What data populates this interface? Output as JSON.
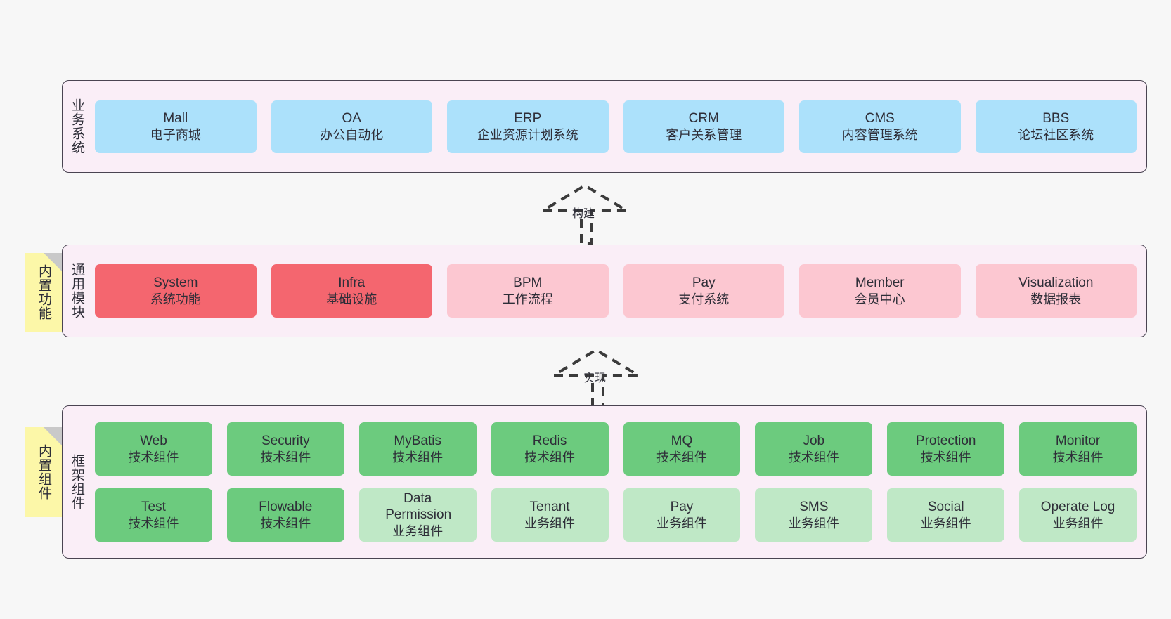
{
  "diagram": {
    "background_color": "#f7f7f7",
    "frame_color": "#4a4452",
    "layer_fill": "#faeef7",
    "note_fill": "#fcf7a8"
  },
  "layers": [
    {
      "label": "业务系统",
      "rows": [
        {
          "boxes": [
            {
              "title": "Mall",
              "subtitle": "电子商城",
              "color": "#ace1fb",
              "style": "blue"
            },
            {
              "title": "OA",
              "subtitle": "办公自动化",
              "color": "#ace1fb",
              "style": "blue"
            },
            {
              "title": "ERP",
              "subtitle": "企业资源计划系统",
              "color": "#ace1fb",
              "style": "blue"
            },
            {
              "title": "CRM",
              "subtitle": "客户关系管理",
              "color": "#ace1fb",
              "style": "blue"
            },
            {
              "title": "CMS",
              "subtitle": "内容管理系统",
              "color": "#ace1fb",
              "style": "blue"
            },
            {
              "title": "BBS",
              "subtitle": "论坛社区系统",
              "color": "#ace1fb",
              "style": "blue"
            }
          ]
        }
      ]
    },
    {
      "label": "通用模块",
      "note": "内置功能",
      "rows": [
        {
          "boxes": [
            {
              "title": "System",
              "subtitle": "系统功能",
              "color": "#f4666f",
              "style": "red"
            },
            {
              "title": "Infra",
              "subtitle": "基础设施",
              "color": "#f4666f",
              "style": "red"
            },
            {
              "title": "BPM",
              "subtitle": "工作流程",
              "color": "#fcc7d1",
              "style": "pink"
            },
            {
              "title": "Pay",
              "subtitle": "支付系统",
              "color": "#fcc7d1",
              "style": "pink"
            },
            {
              "title": "Member",
              "subtitle": "会员中心",
              "color": "#fcc7d1",
              "style": "pink"
            },
            {
              "title": "Visualization",
              "subtitle": "数据报表",
              "color": "#fcc7d1",
              "style": "pink"
            }
          ]
        }
      ]
    },
    {
      "label": "框架组件",
      "note": "内置组件",
      "rows": [
        {
          "boxes": [
            {
              "title": "Web",
              "subtitle": "技术组件",
              "color": "#6ccb7e",
              "style": "green"
            },
            {
              "title": "Security",
              "subtitle": "技术组件",
              "color": "#6ccb7e",
              "style": "green"
            },
            {
              "title": "MyBatis",
              "subtitle": "技术组件",
              "color": "#6ccb7e",
              "style": "green"
            },
            {
              "title": "Redis",
              "subtitle": "技术组件",
              "color": "#6ccb7e",
              "style": "green"
            },
            {
              "title": "MQ",
              "subtitle": "技术组件",
              "color": "#6ccb7e",
              "style": "green"
            },
            {
              "title": "Job",
              "subtitle": "技术组件",
              "color": "#6ccb7e",
              "style": "green"
            },
            {
              "title": "Protection",
              "subtitle": "技术组件",
              "color": "#6ccb7e",
              "style": "green"
            },
            {
              "title": "Monitor",
              "subtitle": "技术组件",
              "color": "#6ccb7e",
              "style": "green"
            }
          ]
        },
        {
          "boxes": [
            {
              "title": "Test",
              "subtitle": "技术组件",
              "color": "#6ccb7e",
              "style": "green"
            },
            {
              "title": "Flowable",
              "subtitle": "技术组件",
              "color": "#6ccb7e",
              "style": "green"
            },
            {
              "title": "Data Permission",
              "subtitle": "业务组件",
              "color": "#bfe8c6",
              "style": "mint"
            },
            {
              "title": "Tenant",
              "subtitle": "业务组件",
              "color": "#bfe8c6",
              "style": "mint"
            },
            {
              "title": "Pay",
              "subtitle": "业务组件",
              "color": "#bfe8c6",
              "style": "mint"
            },
            {
              "title": "SMS",
              "subtitle": "业务组件",
              "color": "#bfe8c6",
              "style": "mint"
            },
            {
              "title": "Social",
              "subtitle": "业务组件",
              "color": "#bfe8c6",
              "style": "mint"
            },
            {
              "title": "Operate Log",
              "subtitle": "业务组件",
              "color": "#bfe8c6",
              "style": "mint"
            }
          ]
        }
      ]
    }
  ],
  "connectors": [
    {
      "label": "构建",
      "direction": "up"
    },
    {
      "label": "实现",
      "direction": "up"
    }
  ]
}
